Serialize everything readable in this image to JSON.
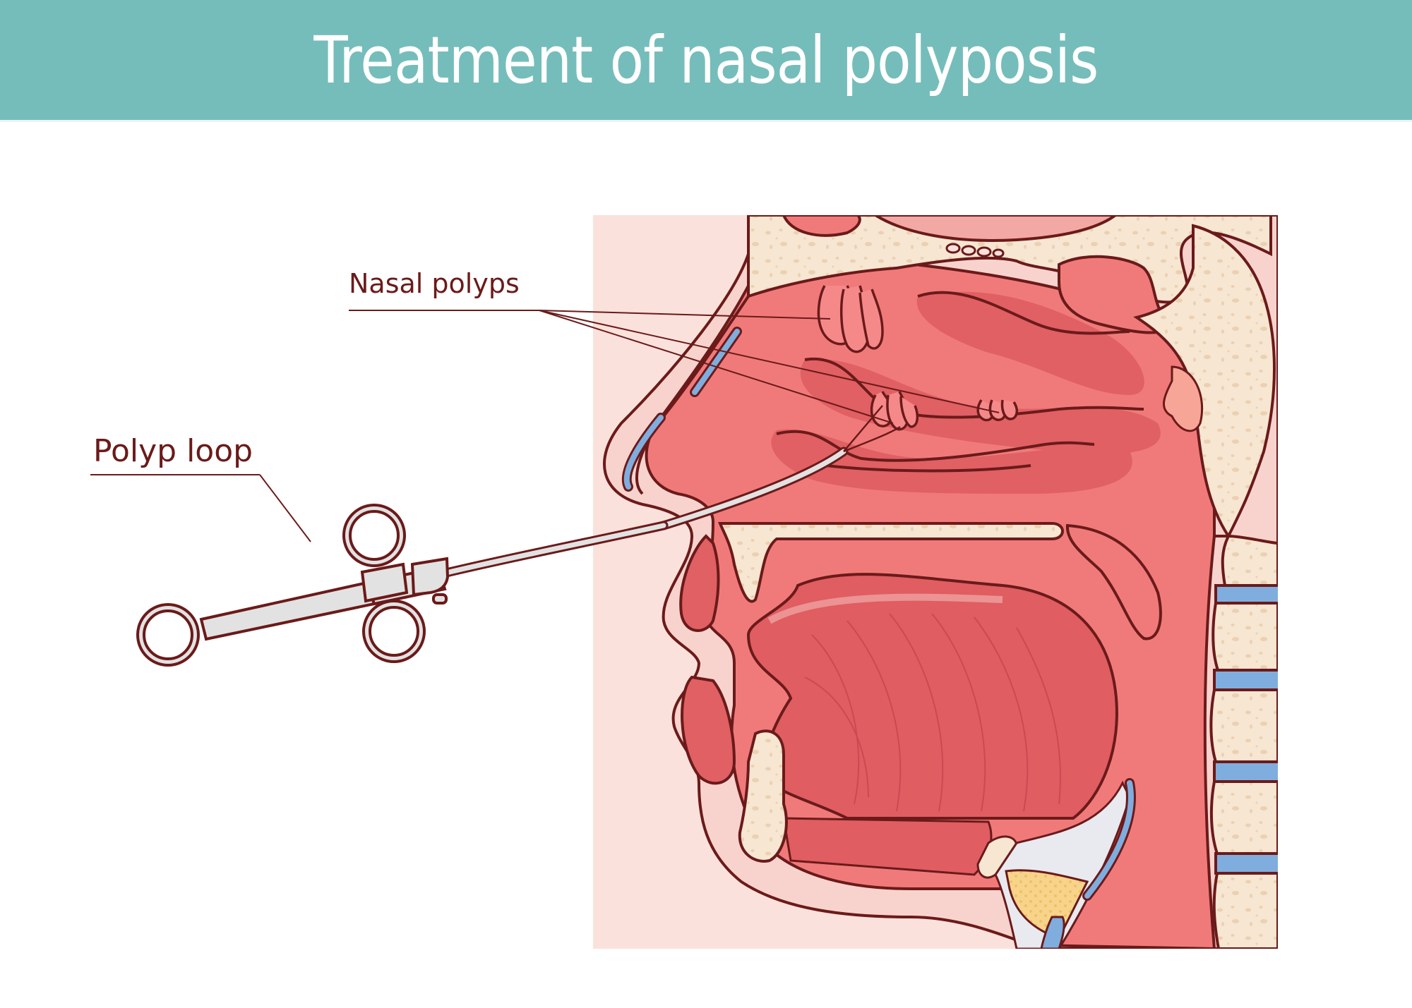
{
  "header": {
    "title": "Treatment of nasal polyposis",
    "background_color": "#75bdbb",
    "text_color": "#ffffff"
  },
  "labels": {
    "nasal_polyps": "Nasal polyps",
    "polyp_loop": "Polyp loop"
  },
  "colors": {
    "outline": "#6b1a1a",
    "tissue_pink": "#f07a7a",
    "tissue_dark": "#e06064",
    "skin": "#f8d3ce",
    "bone": "#f6e6d2",
    "bone_speckle": "#e9c9a7",
    "cartilage_blue": "#7fadde",
    "instrument_fill": "#e2e2e2",
    "fat_yellow": "#f7d48a",
    "ligament_grey": "#e8eaf0"
  }
}
